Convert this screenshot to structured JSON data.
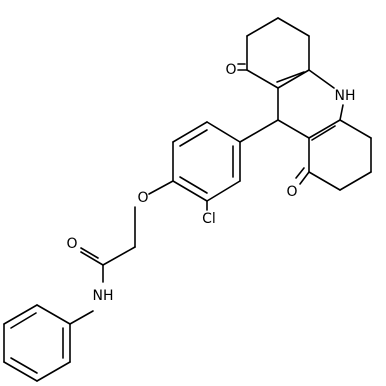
{
  "molecule": {
    "atom_labels": {
      "o_ketone_top": "O",
      "nh_ring": "NH",
      "o_ketone_bottom": "O",
      "o_ether": "O",
      "cl": "Cl",
      "o_amide": "O",
      "nh_amide": "NH"
    },
    "colors": {
      "bond": "#000000",
      "label": "#000000",
      "background": "#ffffff"
    }
  }
}
